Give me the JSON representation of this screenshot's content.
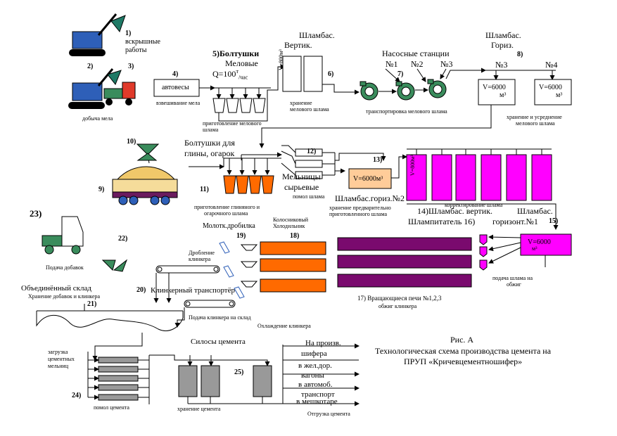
{
  "labels": {
    "l1": "1)",
    "l1a": "вскрышные",
    "l1b": "работы",
    "l2": "2)",
    "l3": "3)",
    "mining": "добыча мела",
    "l4": "4)",
    "autoscale": "автовесы",
    "weighing": "взвешивание мела",
    "l5": "5)Болтушки",
    "l5b": "Меловые",
    "l5c": "Q=100",
    "l5sup": "т",
    "l5sub": "/час",
    "prep1": "приготовление мелового",
    "prep2": "шлама",
    "slurry_vert_a": "Шламбас.",
    "slurry_vert_b": "Вертик.",
    "v800a": "V=800м³",
    "l6": "6)",
    "store1": "хранение",
    "store2": "мелового шлама",
    "pumps": "Насосные станции",
    "n1": "№1",
    "n2": "№2",
    "n3": "№3",
    "l7": "7)",
    "transport": "транспортировка мелового шлама",
    "slurry_hor_a": "Шламбас.",
    "slurry_hor_b": "Гориз.",
    "l8": "8)",
    "h3": "№3",
    "h4": "№4",
    "v6000": "V=6000",
    "m3": "м³",
    "storeavg1": "хранение и усреднение",
    "storeavg2": "мелового шлама",
    "l10": "10)",
    "clay1": "Болтушки для",
    "clay2": "глины, огарок",
    "l9": "9)",
    "l11": "11)",
    "prep_clay1": "приготовление глиняного и",
    "prep_clay2": "огарочного шлама",
    "mills1": "Мельницы",
    "mills2": "сырьевые",
    "grind": "помол шлама",
    "l12": "12)",
    "l13": "13)",
    "v6000m3": "V=6000м³",
    "slurry_hor2": "Шламбас.гориз.№2",
    "prestore1": "хранение предварительно",
    "prestore2": "приготовленного шлама",
    "v800b": "V=800м³",
    "correct": "корректирование шлама",
    "l14": "14)Шламбас. вертик.",
    "mixer": "Шлампитатель 16)",
    "slurry_hor3a": "Шламбас.",
    "slurry_hor3b": "горизонт.№1",
    "l15": "15)",
    "l23": "23)",
    "l22": "22)",
    "additives": "Подача добавок",
    "crusher": "Молотк.дробилка",
    "l19": "19)",
    "grate1": "Колосниковый",
    "grate2": "Холодильник",
    "l18": "18)",
    "crush1": "Дробление",
    "crush2": "клинкера",
    "v6000_3": "V=6000",
    "m3b": "м³",
    "feed1": "подача шлама на",
    "feed2": "обжиг",
    "warehouse": "Объединённый склад",
    "warehouse2": "Хранение добавок и клинкера",
    "l20": "20)",
    "clinker_conv": "Клинкерный  транспортёр",
    "l21": "21)",
    "kilns": "17) Вращающиеся печи №1,2,3",
    "burning": "обжиг клинкера",
    "feed_clinker": "Подача клинкера на склад",
    "cooling": "Охлаждение  клинкера",
    "silos": "Силосы  цемента",
    "load1": "загрузка",
    "load2": "цементных",
    "load3": "мельниц",
    "l24": "24)",
    "cement_grind": "помол цемента",
    "l25": "25)",
    "cement_store": "хранение цемента",
    "dest1": "На произв.",
    "dest2": "шифера",
    "dest3": "в жел.дор.",
    "dest4": "вагоны",
    "dest5": "в автомоб.",
    "dest6": "транспорт",
    "dest7": "в мешкотаре",
    "shipping": "Отгрузка цемента",
    "fig": "Рис. А",
    "title1": "Технологическая схема производства цемента на",
    "title2": "ПРУП «Кричевцементношифер»"
  },
  "colors": {
    "blue": "#2e5fb8",
    "teal": "#1f7a66",
    "orange": "#ff6a00",
    "magenta": "#ff00ff",
    "purple": "#7a0a6e",
    "sand": "#f0c86a",
    "peach": "#ffcc99",
    "grey": "#999999",
    "green": "#3a8c5c",
    "red": "#e03a2a",
    "ochre": "#e8b800"
  }
}
